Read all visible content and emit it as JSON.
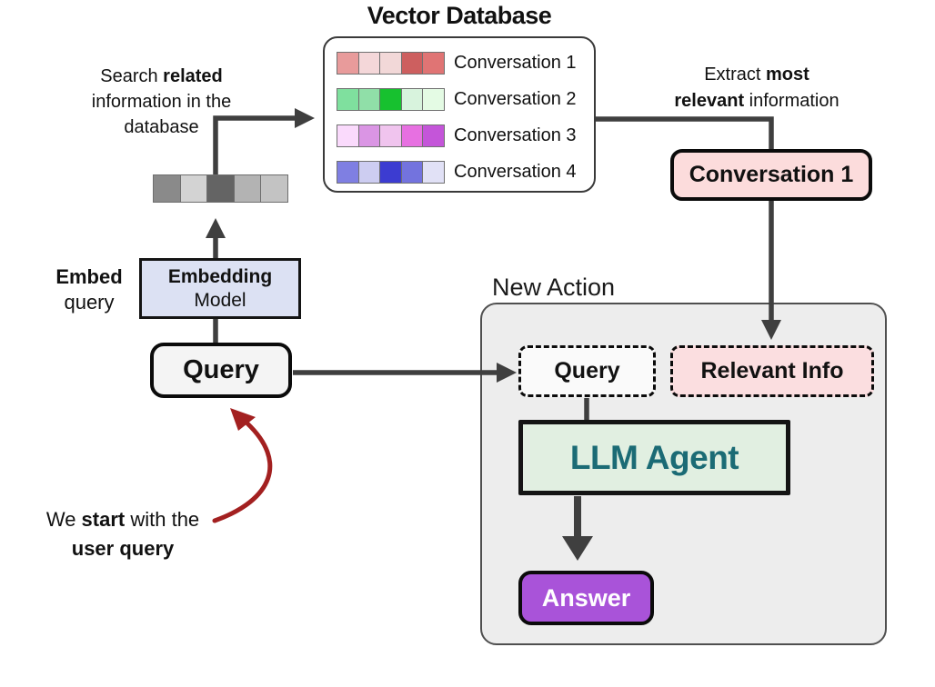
{
  "colors": {
    "arrow_gray": "#3f3f3f",
    "red_accent": "#a32020",
    "container_bg": "#ededed",
    "embedding_model_bg": "#dce1f3",
    "query_bg": "#f4f4f4",
    "inner_query_bg": "#fafafa",
    "relevant_info_bg": "#fbdee0",
    "conversation1_bg": "#fcdcdc",
    "llm_agent_bg": "#e1efe1",
    "llm_agent_text": "#1b6b75",
    "answer_bg": "#a953d9"
  },
  "vector_database": {
    "title": "Vector Database",
    "rows": [
      {
        "label": "Conversation 1",
        "cells": [
          "#e89b9b",
          "#f4d7d9",
          "#f2d8d8",
          "#cd5f5f",
          "#e07474"
        ]
      },
      {
        "label": "Conversation 2",
        "cells": [
          "#7fe09e",
          "#90dfa8",
          "#17c12f",
          "#d8f3dd",
          "#e4fbe4"
        ]
      },
      {
        "label": "Conversation 3",
        "cells": [
          "#fadafc",
          "#da95e4",
          "#f0c4ee",
          "#e770e1",
          "#c455d9"
        ]
      },
      {
        "label": "Conversation 4",
        "cells": [
          "#7f7fe2",
          "#cdcdf1",
          "#3c3cd1",
          "#7373de",
          "#e1e1f6"
        ]
      }
    ]
  },
  "embedding_vector": {
    "cells": [
      "#8a8a8a",
      "#d3d3d3",
      "#646464",
      "#b3b3b3",
      "#c3c3c3"
    ]
  },
  "notes": {
    "search": {
      "l1a": "Search ",
      "l1b": "related",
      "l2": "information in the",
      "l3": "database"
    },
    "embed": {
      "l1": "Embed",
      "l2": "query"
    },
    "extract": {
      "l1a": "Extract ",
      "l1b": "most",
      "l2a": "relevant",
      "l2b": " information"
    },
    "start": {
      "l1a": "We ",
      "l1b": "start",
      "l1c": " with the",
      "l2": "user query"
    }
  },
  "boxes": {
    "embedding_model": {
      "line1": "Embedding",
      "line2": "Model"
    },
    "query": "Query",
    "new_action_label": "New Action",
    "inner_query": "Query",
    "relevant_info": "Relevant Info",
    "conversation1": "Conversation 1",
    "llm_agent": "LLM Agent",
    "answer": "Answer"
  }
}
